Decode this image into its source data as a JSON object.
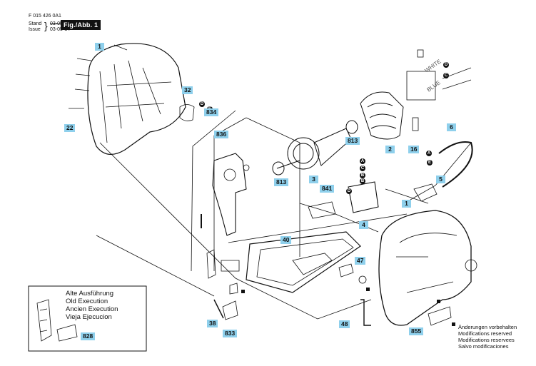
{
  "header": {
    "part_number": "F 015 426 0A1",
    "stand_label": "Stand",
    "stand_value": "03-05",
    "issue_label": "Issue",
    "issue_value": "03-05-14",
    "fig_tag": "Fig./Abb. 1"
  },
  "callouts": [
    "1",
    "22",
    "32",
    "834",
    "836",
    "3",
    "813",
    "813",
    "2",
    "16",
    "6",
    "841",
    "5",
    "4",
    "1",
    "40",
    "47",
    "38",
    "833",
    "48",
    "855",
    "828"
  ],
  "wire_labels": {
    "white": "WHITE",
    "blue": "BLUE"
  },
  "markers": [
    "D",
    "E",
    "A",
    "B",
    "C",
    "D",
    "E",
    "A",
    "B",
    "C",
    "D"
  ],
  "inset_lines": [
    "Alte Ausführung",
    "Old Execution",
    "Ancien Execution",
    "Vieja Ejecucion"
  ],
  "note_lines": [
    "Änderungen vorbehalten",
    "Modifications reserved",
    "Modifications reservees",
    "Salvo modificaciones"
  ],
  "colors": {
    "callout_bg": "#8fd0ec",
    "line": "#111111"
  }
}
